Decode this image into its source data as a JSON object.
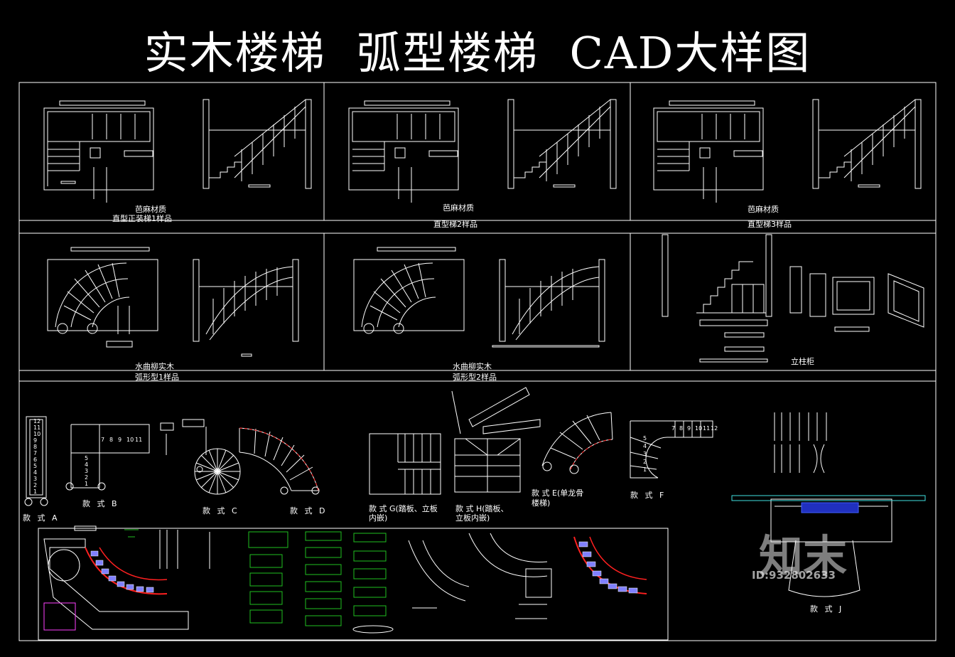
{
  "title": "实木楼梯  弧型楼梯  CAD大样图",
  "row1": [
    {
      "material": "芭麻材质",
      "name": "直型正装梯1样品"
    },
    {
      "material": "芭麻材质",
      "name": "直型梯2样品"
    },
    {
      "material": "芭麻材质",
      "name": "直型梯3样品"
    }
  ],
  "row2": [
    {
      "material": "水曲柳实木",
      "name": "弧形型1样品"
    },
    {
      "material": "水曲柳实木",
      "name": "弧形型2样品"
    },
    {
      "material": "",
      "name": "立柱柜"
    }
  ],
  "styles": {
    "a": "款 式 A",
    "b": "款 式 B",
    "c": "款 式 C",
    "d": "款 式 D",
    "g1": "款  式  G(踏板、立板",
    "g2": "内嵌)",
    "h1": "款  式  H(踏板、",
    "h2": "立板内嵌)",
    "e1": "款 式 E(单龙骨",
    "e2": "楼梯)",
    "f": "款 式 F",
    "j": "款 式 J"
  },
  "step_numbers_a": [
    "12",
    "11",
    "10",
    "9",
    "8",
    "7",
    "6",
    "5",
    "4",
    "3",
    "2",
    "1"
  ],
  "step_numbers_b_top": [
    "7",
    "8",
    "9",
    "10",
    "11"
  ],
  "step_numbers_b_bottom": [
    "5",
    "4",
    "3",
    "2",
    "1"
  ],
  "step_numbers_f_top": [
    "7",
    "8",
    "9",
    "10",
    "11",
    "12"
  ],
  "step_numbers_f_bottom": [
    "5",
    "4",
    "3",
    "2",
    "1"
  ],
  "watermark": "知末",
  "watermark_id": "ID:932802633",
  "colors": {
    "background": "#000000",
    "line": "#ffffff",
    "red": "#ff2020",
    "green": "#20c020",
    "blue": "#4060ff",
    "cyan": "#40e0e0"
  }
}
